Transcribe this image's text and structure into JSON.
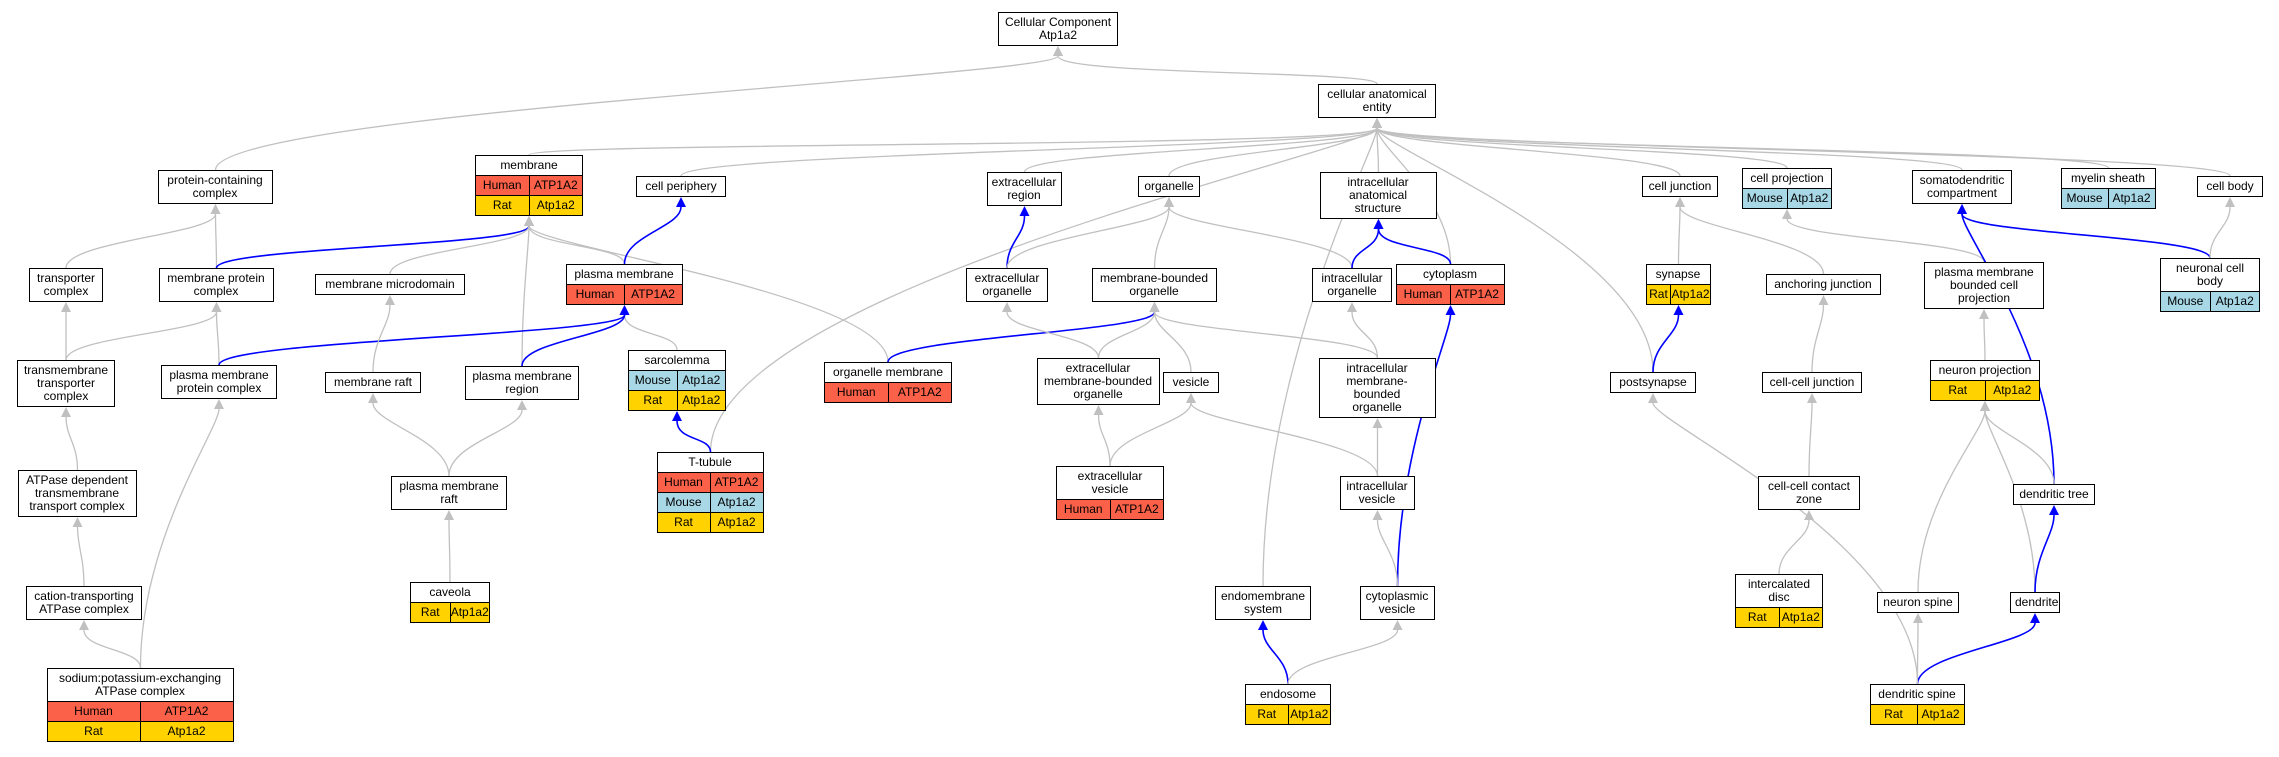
{
  "colors": {
    "human": "#fa6148",
    "mouse": "#a8d7e6",
    "rat": "#ffd200",
    "highlight_edge": "#0000ff",
    "edge": "#c0c0c0"
  },
  "nodes": [
    {
      "id": "root",
      "label": "Cellular Component\nAtp1a2",
      "genes": []
    },
    {
      "id": "cae",
      "label": "cellular anatomical\nentity",
      "genes": []
    },
    {
      "id": "pcc",
      "label": "protein-containing\ncomplex",
      "genes": []
    },
    {
      "id": "membrane",
      "label": "membrane",
      "genes": [
        {
          "species": "Human",
          "gene": "ATP1A2"
        },
        {
          "species": "Rat",
          "gene": "Atp1a2"
        }
      ]
    },
    {
      "id": "periphery",
      "label": "cell periphery",
      "genes": []
    },
    {
      "id": "extreg",
      "label": "extracellular\nregion",
      "genes": []
    },
    {
      "id": "organelle",
      "label": "organelle",
      "genes": []
    },
    {
      "id": "ias",
      "label": "intracellular\nanatomical structure",
      "genes": []
    },
    {
      "id": "celljunction",
      "label": "cell junction",
      "genes": []
    },
    {
      "id": "cellproj",
      "label": "cell projection",
      "genes": [
        {
          "species": "Mouse",
          "gene": "Atp1a2"
        }
      ]
    },
    {
      "id": "somato",
      "label": "somatodendritic\ncompartment",
      "genes": []
    },
    {
      "id": "myelin",
      "label": "myelin sheath",
      "genes": [
        {
          "species": "Mouse",
          "gene": "Atp1a2"
        }
      ]
    },
    {
      "id": "cellbody",
      "label": "cell body",
      "genes": []
    },
    {
      "id": "transporter",
      "label": "transporter\ncomplex",
      "genes": []
    },
    {
      "id": "mpc",
      "label": "membrane protein\ncomplex",
      "genes": []
    },
    {
      "id": "mmd",
      "label": "membrane microdomain",
      "genes": []
    },
    {
      "id": "pm",
      "label": "plasma membrane",
      "genes": [
        {
          "species": "Human",
          "gene": "ATP1A2"
        }
      ]
    },
    {
      "id": "extorg",
      "label": "extracellular\norganelle",
      "genes": []
    },
    {
      "id": "mbo",
      "label": "membrane-bounded\norganelle",
      "genes": []
    },
    {
      "id": "intorg",
      "label": "intracellular\norganelle",
      "genes": []
    },
    {
      "id": "cytoplasm",
      "label": "cytoplasm",
      "genes": [
        {
          "species": "Human",
          "gene": "ATP1A2"
        }
      ]
    },
    {
      "id": "synapse",
      "label": "synapse",
      "genes": [
        {
          "species": "Rat",
          "gene": "Atp1a2"
        }
      ]
    },
    {
      "id": "anchoring",
      "label": "anchoring junction",
      "genes": []
    },
    {
      "id": "pmbcp",
      "label": "plasma membrane\nbounded cell\nprojection",
      "genes": []
    },
    {
      "id": "ncb",
      "label": "neuronal cell\nbody",
      "genes": [
        {
          "species": "Mouse",
          "gene": "Atp1a2"
        }
      ]
    },
    {
      "id": "tmtc",
      "label": "transmembrane\ntransporter\ncomplex",
      "genes": []
    },
    {
      "id": "pmpc",
      "label": "plasma membrane\nprotein complex",
      "genes": []
    },
    {
      "id": "mraft",
      "label": "membrane raft",
      "genes": []
    },
    {
      "id": "pmr",
      "label": "plasma membrane\nregion",
      "genes": []
    },
    {
      "id": "sarcolemma",
      "label": "sarcolemma",
      "genes": [
        {
          "species": "Mouse",
          "gene": "Atp1a2"
        },
        {
          "species": "Rat",
          "gene": "Atp1a2"
        }
      ]
    },
    {
      "id": "orgmem",
      "label": "organelle membrane",
      "genes": [
        {
          "species": "Human",
          "gene": "ATP1A2"
        }
      ]
    },
    {
      "id": "embo",
      "label": "extracellular\nmembrane-bounded\norganelle",
      "genes": []
    },
    {
      "id": "vesicle",
      "label": "vesicle",
      "genes": []
    },
    {
      "id": "imbo",
      "label": "intracellular\nmembrane-bounded\norganelle",
      "genes": []
    },
    {
      "id": "postsynapse",
      "label": "postsynapse",
      "genes": []
    },
    {
      "id": "ccj",
      "label": "cell-cell junction",
      "genes": []
    },
    {
      "id": "neuproj",
      "label": "neuron projection",
      "genes": [
        {
          "species": "Rat",
          "gene": "Atp1a2"
        }
      ]
    },
    {
      "id": "atpdep",
      "label": "ATPase dependent\ntransmembrane\ntransport complex",
      "genes": []
    },
    {
      "id": "pmraft",
      "label": "plasma membrane\nraft",
      "genes": []
    },
    {
      "id": "ttubule",
      "label": "T-tubule",
      "genes": [
        {
          "species": "Human",
          "gene": "ATP1A2"
        },
        {
          "species": "Mouse",
          "gene": "Atp1a2"
        },
        {
          "species": "Rat",
          "gene": "Atp1a2"
        }
      ]
    },
    {
      "id": "extves",
      "label": "extracellular\nvesicle",
      "genes": [
        {
          "species": "Human",
          "gene": "ATP1A2"
        }
      ]
    },
    {
      "id": "intves",
      "label": "intracellular\nvesicle",
      "genes": []
    },
    {
      "id": "cccz",
      "label": "cell-cell contact\nzone",
      "genes": []
    },
    {
      "id": "dtree",
      "label": "dendritic tree",
      "genes": []
    },
    {
      "id": "catp",
      "label": "cation-transporting\nATPase complex",
      "genes": []
    },
    {
      "id": "caveola",
      "label": "caveola",
      "genes": [
        {
          "species": "Rat",
          "gene": "Atp1a2"
        }
      ]
    },
    {
      "id": "endomem",
      "label": "endomembrane\nsystem",
      "genes": []
    },
    {
      "id": "cytves",
      "label": "cytoplasmic\nvesicle",
      "genes": []
    },
    {
      "id": "icdisc",
      "label": "intercalated\ndisc",
      "genes": [
        {
          "species": "Rat",
          "gene": "Atp1a2"
        }
      ]
    },
    {
      "id": "nspine",
      "label": "neuron spine",
      "genes": []
    },
    {
      "id": "dendrite",
      "label": "dendrite",
      "genes": []
    },
    {
      "id": "nakatpase",
      "label": "sodium:potassium-exchanging\nATPase complex",
      "genes": [
        {
          "species": "Human",
          "gene": "ATP1A2"
        },
        {
          "species": "Rat",
          "gene": "Atp1a2"
        }
      ]
    },
    {
      "id": "endosome",
      "label": "endosome",
      "genes": [
        {
          "species": "Rat",
          "gene": "Atp1a2"
        }
      ]
    },
    {
      "id": "dspine",
      "label": "dendritic spine",
      "genes": [
        {
          "species": "Rat",
          "gene": "Atp1a2"
        }
      ]
    }
  ],
  "edges": [
    {
      "from": "cae",
      "to": "root",
      "hl": false
    },
    {
      "from": "pcc",
      "to": "root",
      "hl": false
    },
    {
      "from": "membrane",
      "to": "cae",
      "hl": false
    },
    {
      "from": "periphery",
      "to": "cae",
      "hl": false
    },
    {
      "from": "extreg",
      "to": "cae",
      "hl": false
    },
    {
      "from": "organelle",
      "to": "cae",
      "hl": false
    },
    {
      "from": "ias",
      "to": "cae",
      "hl": false
    },
    {
      "from": "cytoplasm",
      "to": "cae",
      "hl": false
    },
    {
      "from": "celljunction",
      "to": "cae",
      "hl": false
    },
    {
      "from": "cellproj",
      "to": "cae",
      "hl": false
    },
    {
      "from": "somato",
      "to": "cae",
      "hl": false
    },
    {
      "from": "myelin",
      "to": "cae",
      "hl": false
    },
    {
      "from": "cellbody",
      "to": "cae",
      "hl": false
    },
    {
      "from": "postsynapse",
      "to": "cae",
      "hl": false
    },
    {
      "from": "endomem",
      "to": "cae",
      "hl": false
    },
    {
      "from": "ttubule",
      "to": "cae",
      "hl": false
    },
    {
      "from": "transporter",
      "to": "pcc",
      "hl": false
    },
    {
      "from": "mpc",
      "to": "pcc",
      "hl": false
    },
    {
      "from": "mpc",
      "to": "membrane",
      "hl": true
    },
    {
      "from": "mmd",
      "to": "membrane",
      "hl": false
    },
    {
      "from": "pm",
      "to": "membrane",
      "hl": false
    },
    {
      "from": "orgmem",
      "to": "membrane",
      "hl": false
    },
    {
      "from": "pmr",
      "to": "membrane",
      "hl": false
    },
    {
      "from": "pm",
      "to": "periphery",
      "hl": true
    },
    {
      "from": "extorg",
      "to": "extreg",
      "hl": true
    },
    {
      "from": "extorg",
      "to": "organelle",
      "hl": false
    },
    {
      "from": "mbo",
      "to": "organelle",
      "hl": false
    },
    {
      "from": "intorg",
      "to": "organelle",
      "hl": false
    },
    {
      "from": "intorg",
      "to": "ias",
      "hl": true
    },
    {
      "from": "cytoplasm",
      "to": "ias",
      "hl": true
    },
    {
      "from": "synapse",
      "to": "celljunction",
      "hl": false
    },
    {
      "from": "anchoring",
      "to": "celljunction",
      "hl": false
    },
    {
      "from": "pmbcp",
      "to": "cellproj",
      "hl": false
    },
    {
      "from": "ncb",
      "to": "somato",
      "hl": true
    },
    {
      "from": "dtree",
      "to": "somato",
      "hl": true
    },
    {
      "from": "ncb",
      "to": "cellbody",
      "hl": false
    },
    {
      "from": "tmtc",
      "to": "transporter",
      "hl": false
    },
    {
      "from": "tmtc",
      "to": "mpc",
      "hl": false
    },
    {
      "from": "pmpc",
      "to": "mpc",
      "hl": false
    },
    {
      "from": "pmpc",
      "to": "pm",
      "hl": true
    },
    {
      "from": "mraft",
      "to": "mmd",
      "hl": false
    },
    {
      "from": "sarcolemma",
      "to": "pm",
      "hl": false
    },
    {
      "from": "pmr",
      "to": "pm",
      "hl": true
    },
    {
      "from": "orgmem",
      "to": "mbo",
      "hl": true
    },
    {
      "from": "embo",
      "to": "extorg",
      "hl": false
    },
    {
      "from": "embo",
      "to": "mbo",
      "hl": false
    },
    {
      "from": "vesicle",
      "to": "mbo",
      "hl": false
    },
    {
      "from": "imbo",
      "to": "mbo",
      "hl": false
    },
    {
      "from": "imbo",
      "to": "intorg",
      "hl": false
    },
    {
      "from": "cytves",
      "to": "cytoplasm",
      "hl": true
    },
    {
      "from": "postsynapse",
      "to": "synapse",
      "hl": true
    },
    {
      "from": "ccj",
      "to": "anchoring",
      "hl": false
    },
    {
      "from": "neuproj",
      "to": "pmbcp",
      "hl": false
    },
    {
      "from": "atpdep",
      "to": "tmtc",
      "hl": false
    },
    {
      "from": "pmraft",
      "to": "mraft",
      "hl": false
    },
    {
      "from": "pmraft",
      "to": "pmr",
      "hl": false
    },
    {
      "from": "ttubule",
      "to": "sarcolemma",
      "hl": true
    },
    {
      "from": "extves",
      "to": "embo",
      "hl": false
    },
    {
      "from": "extves",
      "to": "vesicle",
      "hl": false
    },
    {
      "from": "intves",
      "to": "vesicle",
      "hl": false
    },
    {
      "from": "intves",
      "to": "imbo",
      "hl": false
    },
    {
      "from": "cccz",
      "to": "ccj",
      "hl": false
    },
    {
      "from": "dtree",
      "to": "neuproj",
      "hl": false
    },
    {
      "from": "catp",
      "to": "atpdep",
      "hl": false
    },
    {
      "from": "caveola",
      "to": "pmraft",
      "hl": false
    },
    {
      "from": "cytves",
      "to": "intves",
      "hl": false
    },
    {
      "from": "icdisc",
      "to": "cccz",
      "hl": false
    },
    {
      "from": "nspine",
      "to": "neuproj",
      "hl": false
    },
    {
      "from": "dendrite",
      "to": "neuproj",
      "hl": false
    },
    {
      "from": "dendrite",
      "to": "dtree",
      "hl": true
    },
    {
      "from": "nakatpase",
      "to": "catp",
      "hl": false
    },
    {
      "from": "nakatpase",
      "to": "pmpc",
      "hl": false
    },
    {
      "from": "endosome",
      "to": "endomem",
      "hl": true
    },
    {
      "from": "endosome",
      "to": "cytves",
      "hl": false
    },
    {
      "from": "dspine",
      "to": "nspine",
      "hl": false
    },
    {
      "from": "dspine",
      "to": "dendrite",
      "hl": true
    },
    {
      "from": "dspine",
      "to": "postsynapse",
      "hl": false
    }
  ]
}
